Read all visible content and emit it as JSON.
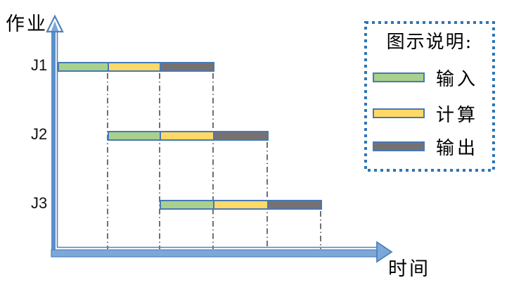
{
  "axes": {
    "y_label": "作业",
    "x_label": "时间"
  },
  "jobs": [
    {
      "label": "J1"
    },
    {
      "label": "J2"
    },
    {
      "label": "J3"
    }
  ],
  "legend": {
    "title": "图示说明:",
    "items": [
      {
        "label": "输入",
        "key": "input"
      },
      {
        "label": "计算",
        "key": "compute"
      },
      {
        "label": "输出",
        "key": "output"
      }
    ]
  },
  "colors": {
    "input": "#A9D18E",
    "compute": "#FFD966",
    "output": "#767171",
    "bar_border": "#4878B6",
    "axis_fill": "#7CA7D9",
    "axis_stroke": "#4F81BD",
    "legend_border": "#2E75B6",
    "gridline": "#333333"
  },
  "chart_data": {
    "type": "gantt",
    "title": "",
    "x_axis_label": "时间",
    "y_axis_label": "作业",
    "phases": [
      "输入",
      "计算",
      "输出"
    ],
    "time_units": [
      0,
      1,
      2,
      3,
      4,
      5
    ],
    "jobs": [
      {
        "name": "J1",
        "schedule": [
          {
            "phase": "输入",
            "start": 0,
            "end": 1
          },
          {
            "phase": "计算",
            "start": 1,
            "end": 2
          },
          {
            "phase": "输出",
            "start": 2,
            "end": 3
          }
        ]
      },
      {
        "name": "J2",
        "schedule": [
          {
            "phase": "输入",
            "start": 1,
            "end": 2
          },
          {
            "phase": "计算",
            "start": 2,
            "end": 3
          },
          {
            "phase": "输出",
            "start": 3,
            "end": 4
          }
        ]
      },
      {
        "name": "J3",
        "schedule": [
          {
            "phase": "输入",
            "start": 2,
            "end": 3
          },
          {
            "phase": "计算",
            "start": 3,
            "end": 4
          },
          {
            "phase": "输出",
            "start": 4,
            "end": 5
          }
        ]
      }
    ],
    "legend": {
      "title": "图示说明:",
      "entries": [
        "输入",
        "计算",
        "输出"
      ]
    },
    "gridlines": {
      "style": "dash-dot",
      "at_time_units": [
        1,
        2,
        3,
        4,
        5
      ]
    },
    "notes": "Pipelined job execution diagram: each job runs input/compute/output in consecutive equal time units, each job offset one unit after the previous."
  }
}
